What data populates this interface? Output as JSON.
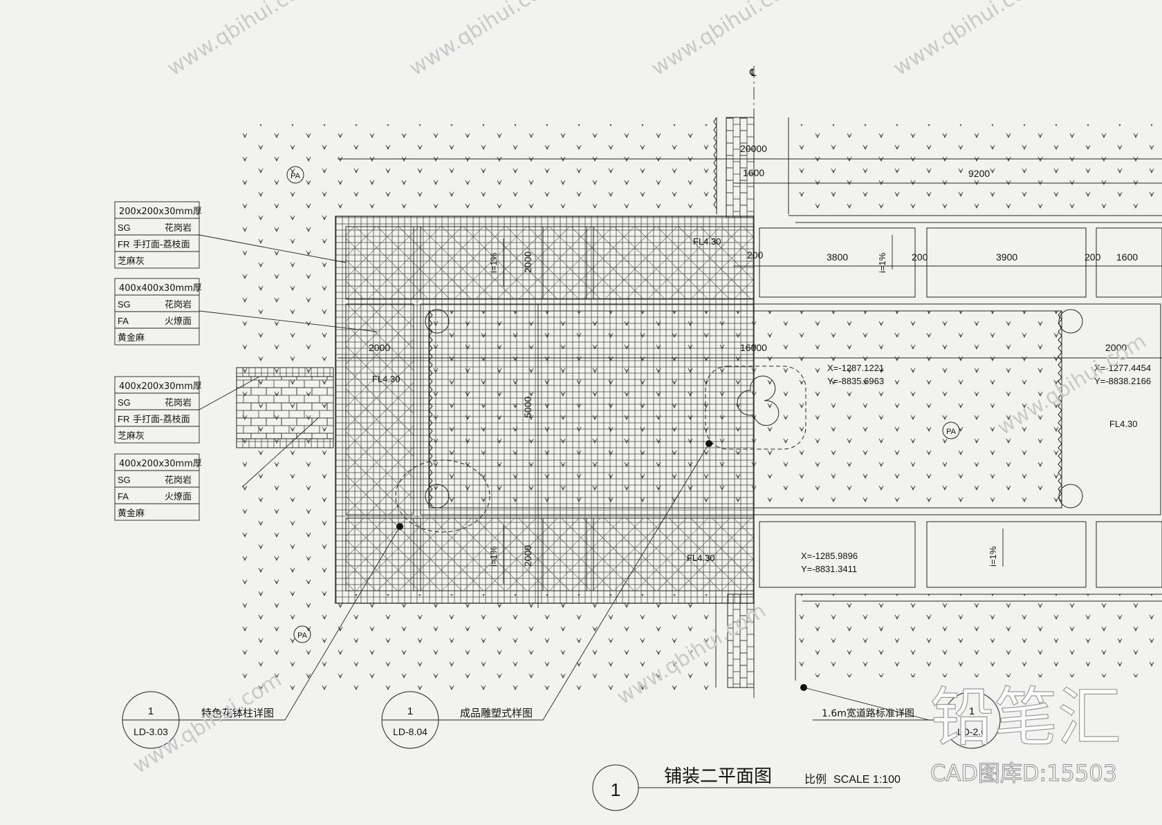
{
  "drawing": {
    "title": "铺装二平面图",
    "scale_label": "比例",
    "scale_value": "SCALE 1:100",
    "number": "1",
    "centerline": "℄"
  },
  "material_notes": [
    {
      "size": "200x200x30mm厚",
      "rows": [
        [
          "SG",
          "花岗岩"
        ],
        [
          "FR",
          "手打面-荔枝面"
        ],
        [
          "",
          "芝麻灰"
        ]
      ]
    },
    {
      "size": "400x400x30mm厚",
      "rows": [
        [
          "SG",
          "花岗岩"
        ],
        [
          "FA",
          "火燎面"
        ],
        [
          "",
          "黄金麻"
        ]
      ]
    },
    {
      "size": "400x200x30mm厚",
      "rows": [
        [
          "SG",
          "花岗岩"
        ],
        [
          "FR",
          "手打面-荔枝面"
        ],
        [
          "",
          "芝麻灰"
        ]
      ]
    },
    {
      "size": "400x200x30mm厚",
      "rows": [
        [
          "SG",
          "花岗岩"
        ],
        [
          "FA",
          "火燎面"
        ],
        [
          "",
          "黄金麻"
        ]
      ]
    }
  ],
  "dimensions": {
    "d20000": "20000",
    "d1600a": "1600",
    "d9200": "9200",
    "d200a": "200",
    "d3800": "3800",
    "d200b": "200",
    "d3900": "3900",
    "d200c": "200",
    "d1600b": "1600",
    "d2000_top": "2000",
    "d2000_left": "2000",
    "d16000": "16000",
    "d2000_right": "2000",
    "d5000": "5000",
    "d2000_bottom": "2000"
  },
  "slopes": {
    "s1": "i=1%",
    "s2": "i=1%",
    "s3": "i=1%",
    "s4": "i=1%"
  },
  "levels": {
    "fl1": "FL4.30",
    "fl2": "FL4.30",
    "fl3": "FL4.30",
    "fl4": "FL4.30"
  },
  "coordinates": {
    "c1x": "X=-1287.1221",
    "c1y": "Y=-8835.6963",
    "c2x": "X=-1277.4454",
    "c2y": "Y=-8838.2166",
    "c3x": "X=-1285.9896",
    "c3y": "Y=-8831.3411"
  },
  "area_tags": {
    "pa1": "PA",
    "pa2": "PA",
    "pa3": "PA"
  },
  "detail_refs": [
    {
      "num": "1",
      "sheet": "LD-3.03",
      "label": "特色花钵柱详图"
    },
    {
      "num": "1",
      "sheet": "LD-8.04",
      "label": "成品雕塑式样图"
    },
    {
      "num": "1",
      "sheet": "LD-2.0",
      "label": "1.6m宽道路标准详图"
    }
  ],
  "watermark": {
    "brand": "铅笔汇",
    "url": "www.qbihui.com",
    "catalog": "CAD图库D:15503"
  }
}
